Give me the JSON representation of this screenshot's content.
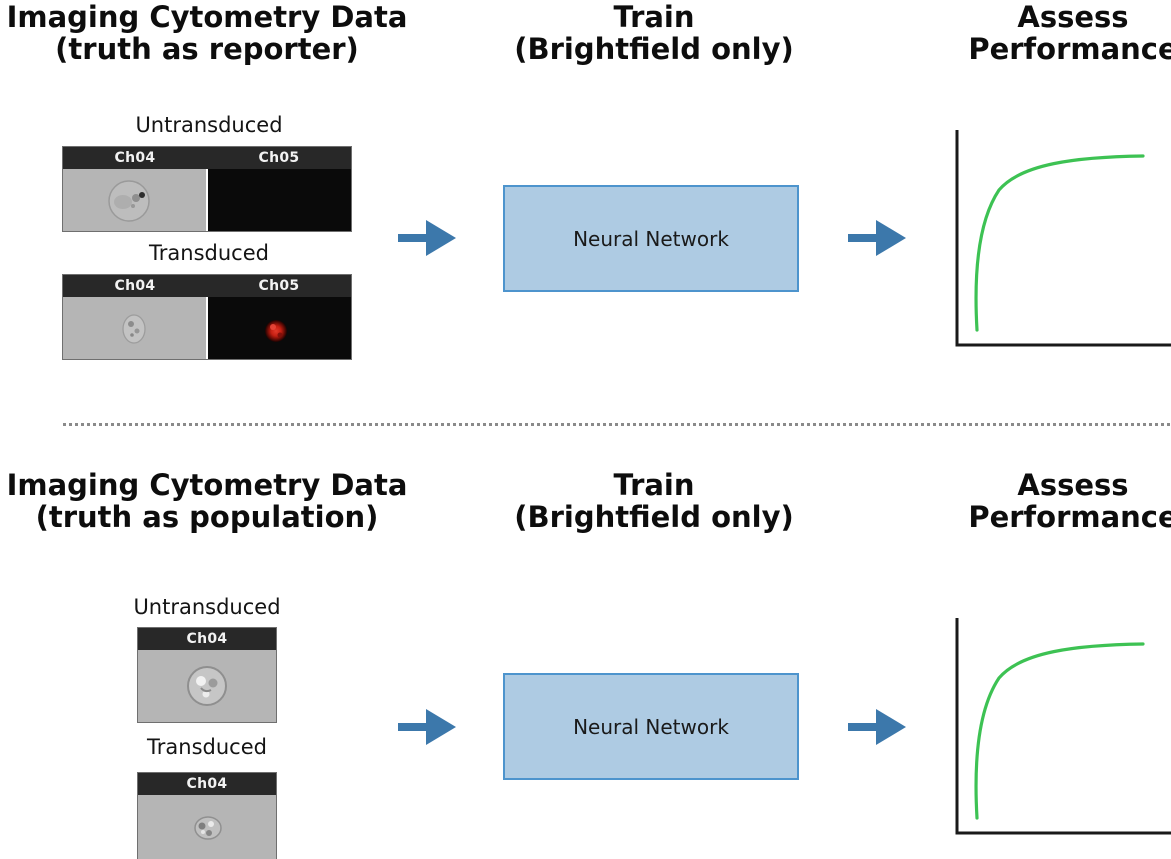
{
  "colors": {
    "arrow_blue": "#3c78ab",
    "nn_box_fill": "#aecbe3",
    "nn_box_border": "#4d94cd",
    "curve_green": "#3dc253",
    "panel_header_bg": "#282828",
    "panel_header_text": "#f2f2f2",
    "brightfield_gray": "#b5b5b5",
    "fluorescence_black": "#0a0a0a",
    "fluorescence_signal_red": "#d5281c",
    "divider_gray": "#8a8a8a",
    "axis_black": "#1a1a1a"
  },
  "sections": [
    {
      "id": "truth-as-reporter",
      "data_col": {
        "line1": "Imaging Cytometry Data",
        "line2": "(truth as reporter)"
      },
      "train_col": {
        "line1": "Train",
        "line2": "(Brightfield only)"
      },
      "assess_col": {
        "line1": "Assess",
        "line2": "Performance"
      },
      "groups": [
        {
          "label": "Untransduced",
          "channels": [
            "Ch04",
            "Ch05"
          ]
        },
        {
          "label": "Transduced",
          "channels": [
            "Ch04",
            "Ch05"
          ]
        }
      ],
      "nn_label": "Neural Network"
    },
    {
      "id": "truth-as-population",
      "data_col": {
        "line1": "Imaging Cytometry Data",
        "line2": "(truth as population)"
      },
      "train_col": {
        "line1": "Train",
        "line2": "(Brightfield only)"
      },
      "assess_col": {
        "line1": "Assess",
        "line2": "Performance"
      },
      "groups": [
        {
          "label": "Untransduced",
          "channels": [
            "Ch04"
          ]
        },
        {
          "label": "Transduced",
          "channels": [
            "Ch04"
          ]
        }
      ],
      "nn_label": "Neural Network"
    }
  ],
  "chart_data": [
    {
      "type": "line",
      "title": "",
      "xlabel": "",
      "ylabel": "",
      "axes_labeled": false,
      "grid": false,
      "legend": false,
      "series": [
        {
          "name": "performance-curve-reporter",
          "color": "#3dc253",
          "x": [
            0.03,
            0.05,
            0.08,
            0.12,
            0.2,
            0.3,
            0.45,
            0.6,
            0.8,
            1.0
          ],
          "y": [
            0.07,
            0.35,
            0.55,
            0.68,
            0.78,
            0.85,
            0.9,
            0.93,
            0.95,
            0.96
          ]
        }
      ],
      "description": "Unlabeled qualitative performance curve: steep rise then plateau (saturating curve)"
    },
    {
      "type": "line",
      "title": "",
      "xlabel": "",
      "ylabel": "",
      "axes_labeled": false,
      "grid": false,
      "legend": false,
      "series": [
        {
          "name": "performance-curve-population",
          "color": "#3dc253",
          "x": [
            0.03,
            0.05,
            0.08,
            0.12,
            0.2,
            0.3,
            0.45,
            0.6,
            0.8,
            1.0
          ],
          "y": [
            0.07,
            0.35,
            0.55,
            0.68,
            0.78,
            0.85,
            0.9,
            0.93,
            0.95,
            0.96
          ]
        }
      ],
      "description": "Unlabeled qualitative performance curve: steep rise then plateau (saturating curve)"
    }
  ]
}
